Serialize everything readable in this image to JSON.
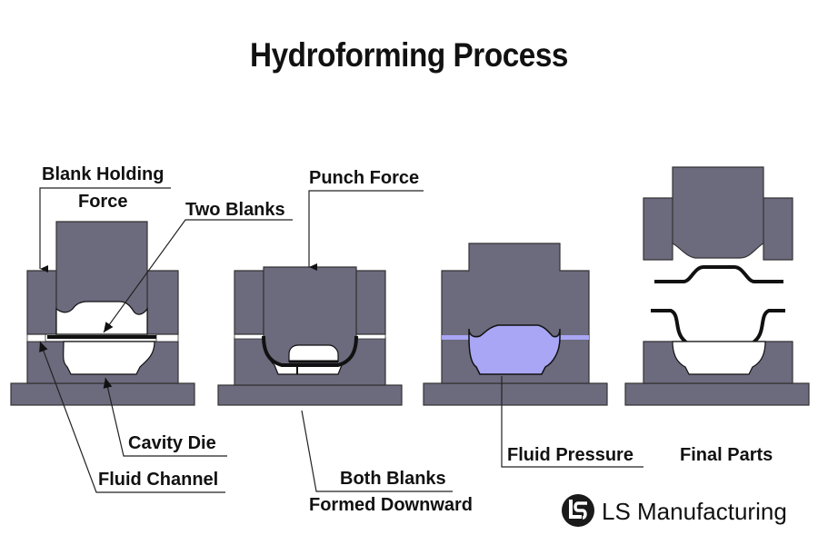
{
  "title": "Hydroforming Process",
  "labels": {
    "blank_holding_force_line1": "Blank Holding",
    "blank_holding_force_line2": "Force",
    "two_blanks": "Two Blanks",
    "cavity_die": "Cavity Die",
    "fluid_channel": "Fluid Channel",
    "punch_force": "Punch Force",
    "both_blanks_line1": "Both Blanks",
    "both_blanks_line2": "Formed Downward",
    "fluid_pressure": "Fluid Pressure",
    "final_parts": "Final Parts"
  },
  "logo": {
    "text": "LS Manufacturing",
    "icon": "ls-logo-icon"
  },
  "colors": {
    "die": "#6c6a7d",
    "fluid": "#a9a6f5",
    "cavity": "#ffffff"
  }
}
